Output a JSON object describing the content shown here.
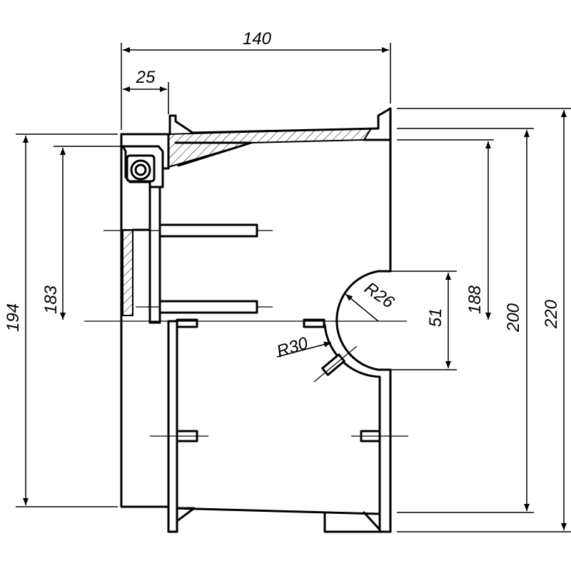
{
  "drawing": {
    "dimensions": {
      "width_overall": "140",
      "flange_offset": "25",
      "height_left_outer": "194",
      "height_left_inner": "183",
      "height_right_inner": "188",
      "height_right_mid": "200",
      "height_right_outer": "220",
      "opening_height": "51",
      "radius_inner": "R26",
      "radius_outer": "R30"
    }
  }
}
